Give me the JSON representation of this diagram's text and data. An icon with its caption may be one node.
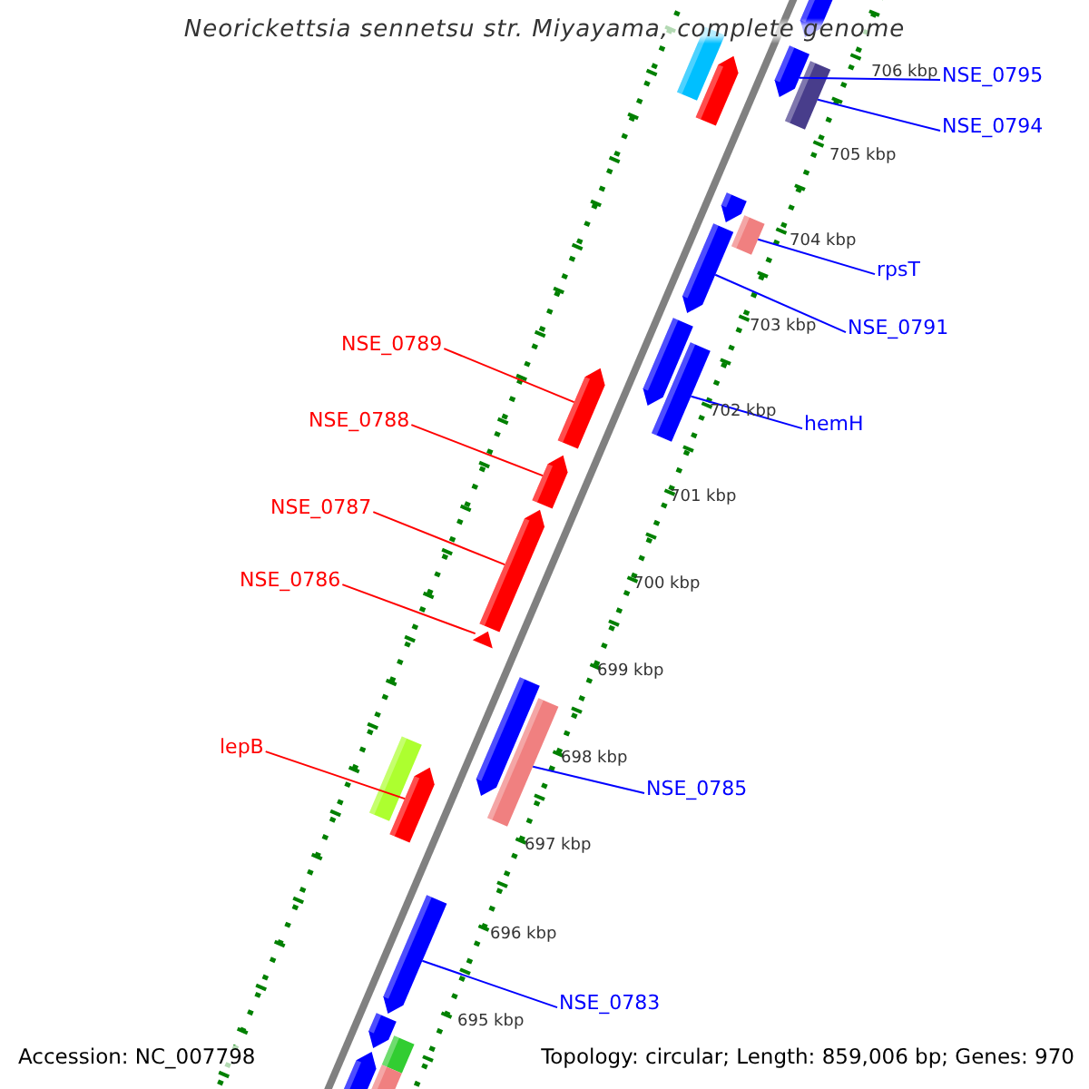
{
  "diagram": {
    "title": "Neorickettsia sennetsu str. Miyayama, complete genome",
    "nodes": [
      {
        "text": [],
        "shape": "bar"
      },
      {
        "text": [
          "NSE_0795"
        ]
      },
      {
        "text": [],
        "shape": "bar"
      },
      {
        "text": [],
        "shape": "bar"
      },
      {
        "text": [],
        "shape": "bar"
      },
      {
        "text": [],
        "shape": "bar"
      },
      {
        "text": [
          "NSE_0794"
        ]
      },
      {
        "text": [],
        "shape": "bar"
      },
      {
        "text": [],
        "shape": "bar"
      },
      {
        "text": [
          "rpsT"
        ]
      },
      {
        "text": [],
        "shape": "bar"
      },
      {
        "text": [
          "NSE_0791"
        ]
      },
      {
        "text": [],
        "shape": "bar"
      },
      {
        "text": [],
        "shape": "bar"
      },
      {
        "text": [
          "NSE_0789"
        ]
      },
      {
        "text": [],
        "shape": "bar"
      },
      {
        "text": [
          "hemH"
        ]
      },
      {
        "text": [
          "NSE_0788"
        ]
      },
      {
        "text": [],
        "shape": "bar"
      },
      {
        "text": [
          "NSE_0787"
        ]
      },
      {
        "text": [],
        "shape": "bar"
      },
      {
        "text": [
          "NSE_0786"
        ]
      },
      {
        "text": [],
        "shape": "bar"
      },
      {
        "text": [],
        "shape": "bar"
      },
      {
        "text": [],
        "shape": "bar"
      },
      {
        "text": [
          "lepB"
        ]
      },
      {
        "text": [],
        "shape": "bar"
      },
      {
        "text": [],
        "shape": "bar"
      },
      {
        "text": [
          "NSE_0785"
        ]
      },
      {
        "text": [],
        "shape": "bar"
      },
      {
        "text": [
          "NSE_0783"
        ]
      },
      {
        "text": [],
        "shape": "bar"
      },
      {
        "text": [],
        "shape": "bar"
      },
      {
        "text": [],
        "shape": "bar"
      },
      {
        "text": [],
        "shape": "bar"
      }
    ],
    "edges": [
      {
        "from": 1,
        "to": 2,
        "arrow": "none"
      },
      {
        "from": 6,
        "to": 3,
        "arrow": "none"
      },
      {
        "from": 9,
        "to": 8,
        "arrow": "none"
      },
      {
        "from": 11,
        "to": 10,
        "arrow": "none"
      },
      {
        "from": 16,
        "to": 13,
        "arrow": "none"
      },
      {
        "from": 14,
        "to": 15,
        "arrow": "none",
        "color": "#ff0000"
      },
      {
        "from": 17,
        "to": 18,
        "arrow": "none",
        "color": "#ff0000"
      },
      {
        "from": 19,
        "to": 20,
        "arrow": "none",
        "color": "#ff0000"
      },
      {
        "from": 21,
        "to": 22,
        "arrow": "none",
        "color": "#ff0000"
      },
      {
        "from": 25,
        "to": 27,
        "arrow": "none",
        "color": "#ff0000"
      },
      {
        "from": 28,
        "to": 24,
        "arrow": "none"
      },
      {
        "from": 30,
        "to": 29,
        "arrow": "none"
      }
    ],
    "labels": [
      "706 kbp",
      "705 kbp",
      "704 kbp",
      "703 kbp",
      "702 kbp",
      "701 kbp",
      "700 kbp",
      "699 kbp",
      "698 kbp",
      "697 kbp",
      "696 kbp",
      "695 kbp",
      "Accession: NC_007798",
      "Topology: circular; Length: 859,006 bp; Genes: 970"
    ]
  }
}
